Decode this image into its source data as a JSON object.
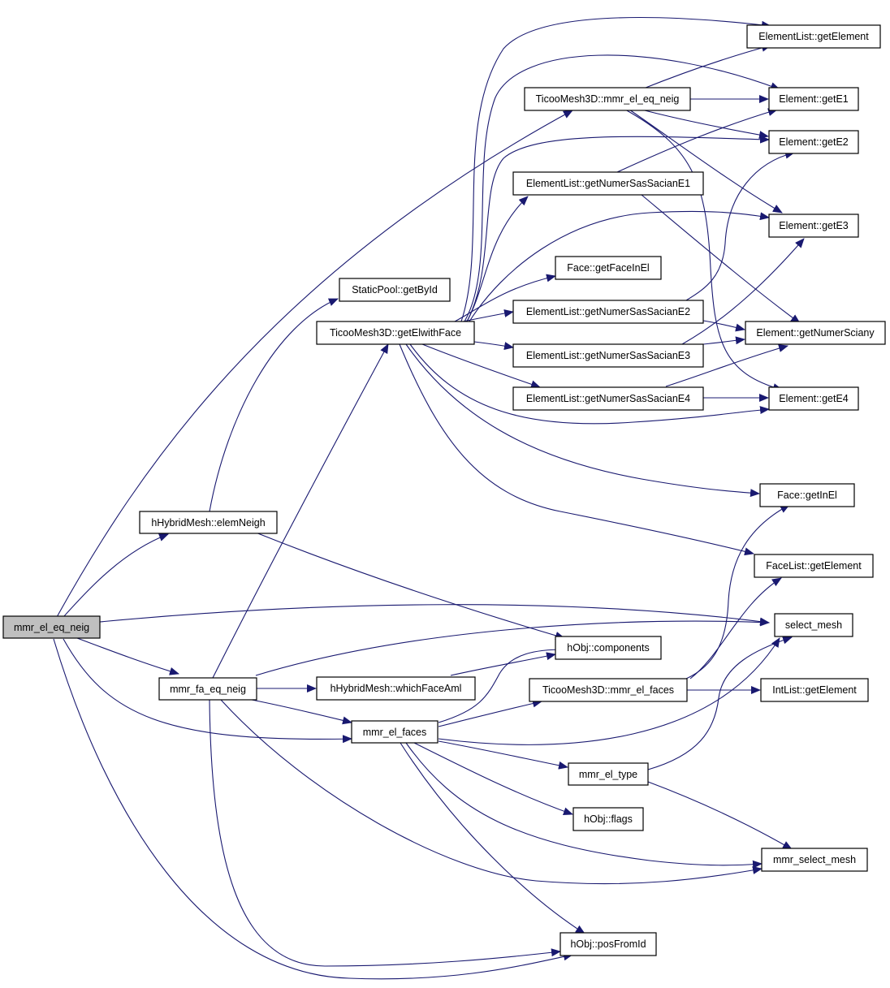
{
  "colors": {
    "edge": "#191970",
    "root_fill": "#bfbfbf",
    "node_fill": "#ffffff",
    "node_stroke": "#000000"
  },
  "nodes": {
    "root": "mmr_el_eq_neig",
    "hybrid_elemneigh": "hHybridMesh::elemNeigh",
    "fa_eq_neig": "mmr_fa_eq_neig",
    "staticpool_getbyid": "StaticPool::getById",
    "t3d_getelwithface": "TicooMesh3D::getElwithFace",
    "hybrid_whichfaceaml": "hHybridMesh::whichFaceAml",
    "mmr_el_faces": "mmr_el_faces",
    "t3d_mmr_el_eq_neig": "TicooMesh3D::mmr_el_eq_neig",
    "elist_getnumer_e1": "ElementList::getNumerSasSacianE1",
    "face_getfaceinel": "Face::getFaceInEl",
    "elist_getnumer_e2": "ElementList::getNumerSasSacianE2",
    "elist_getnumer_e3": "ElementList::getNumerSasSacianE3",
    "elist_getnumer_e4": "ElementList::getNumerSasSacianE4",
    "hobj_components": "hObj::components",
    "t3d_mmr_el_faces": "TicooMesh3D::mmr_el_faces",
    "mmr_el_type": "mmr_el_type",
    "hobj_flags": "hObj::flags",
    "hobj_posfromid": "hObj::posFromId",
    "elist_getelement": "ElementList::getElement",
    "element_gete1": "Element::getE1",
    "element_gete2": "Element::getE2",
    "element_gete3": "Element::getE3",
    "element_getnumersciany": "Element::getNumerSciany",
    "element_gete4": "Element::getE4",
    "face_getinel": "Face::getInEl",
    "facelist_getelement": "FaceList::getElement",
    "select_mesh": "select_mesh",
    "intlist_getelement": "IntList::getElement",
    "mmr_select_mesh": "mmr_select_mesh"
  }
}
